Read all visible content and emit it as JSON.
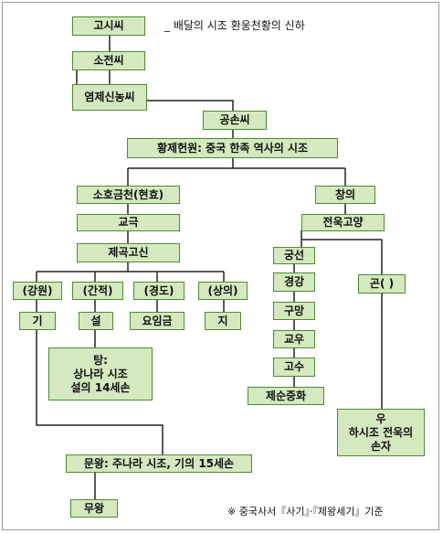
{
  "caption": "_ 배달의 시조 환웅천황의 신하",
  "footnote": "※ 중국사서『사기』·『제왕세기』기준",
  "nodes": {
    "gosi": "고시씨",
    "sojeon": "소전씨",
    "yeomje": "염제신농씨",
    "gongson": "공손씨",
    "hwangje": "황제헌원: 중국 한족 역사의 시조",
    "sohogeumcheon": "소호금천(현효)",
    "changui": "창의",
    "gyogeuk": "교극",
    "jeonuk": "전욱고양",
    "jegok": "제곡고신",
    "gangwon": "(강원)",
    "ganjeok": "(간적)",
    "gyeongdo": "(경도)",
    "sangui": "(상의)",
    "gi": "기",
    "seol": "설",
    "yoimgeum": "요임금",
    "ji": "지",
    "gungseon": "궁선",
    "gyeonggang": "경강",
    "gumang": "구망",
    "gyou": "교우",
    "gosu": "고수",
    "gon": "곤(   )",
    "tang": "탕:\n상나라 시조\n설의 14세손",
    "jesunjunghwa": "제순중화",
    "u": "우\n하시조 전욱의\n손자",
    "munwang": "문왕: 주나라 시조, 기의 15세손",
    "muwang": "무왕"
  }
}
